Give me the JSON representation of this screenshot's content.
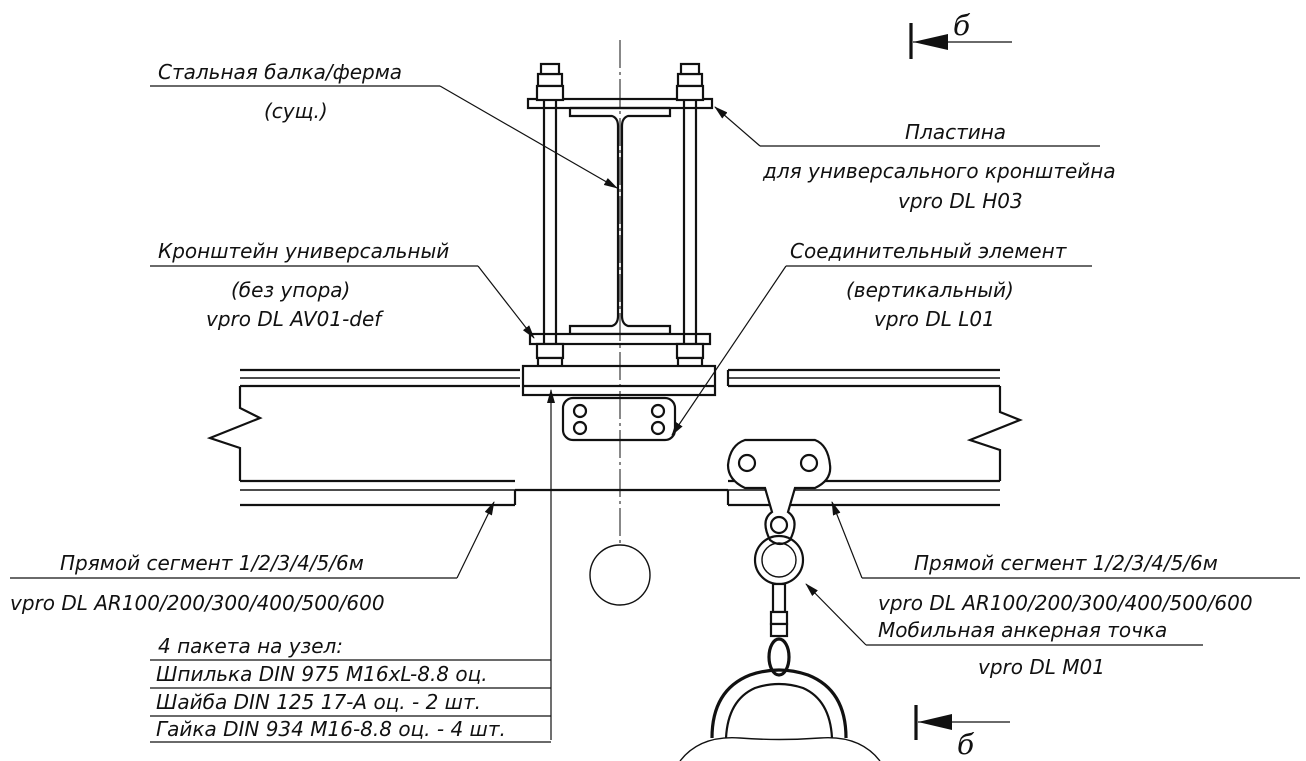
{
  "labels": {
    "beam_line1": "Стальная балка/ферма",
    "beam_line2": "(сущ.)",
    "plate_line1": "Пластина",
    "plate_line2": "для универсального кронштейна",
    "plate_line3": "vpro DL H03",
    "bracket_line1": "Кронштейн универсальный",
    "bracket_line2": "(без упора)",
    "bracket_line3": "vpro DL AV01-def",
    "connector_line1": "Соединительный элемент",
    "connector_line2": "(вертикальный)",
    "connector_line3": "vpro DL L01",
    "segment_left_line1": "Прямой сегмент 1/2/3/4/5/6м",
    "segment_left_line2": "vpro DL AR100/200/300/400/500/600",
    "segment_right_line1": "Прямой сегмент 1/2/3/4/5/6м",
    "segment_right_line2": "vpro DL AR100/200/300/400/500/600",
    "anchor_line1": "Мобильная анкерная точка",
    "anchor_line2": "vpro DL M01",
    "kit_title": "4 пакета на узел:",
    "kit_item1": "Шпилька DIN 975 M16xL-8.8 оц.",
    "kit_item2": "Шайба DIN 125 17-A оц. - 2 шт.",
    "kit_item3": "Гайка  DIN 934 M16-8.8 оц. - 4 шт."
  },
  "section_marks": {
    "top": "б",
    "bottom": "б"
  }
}
